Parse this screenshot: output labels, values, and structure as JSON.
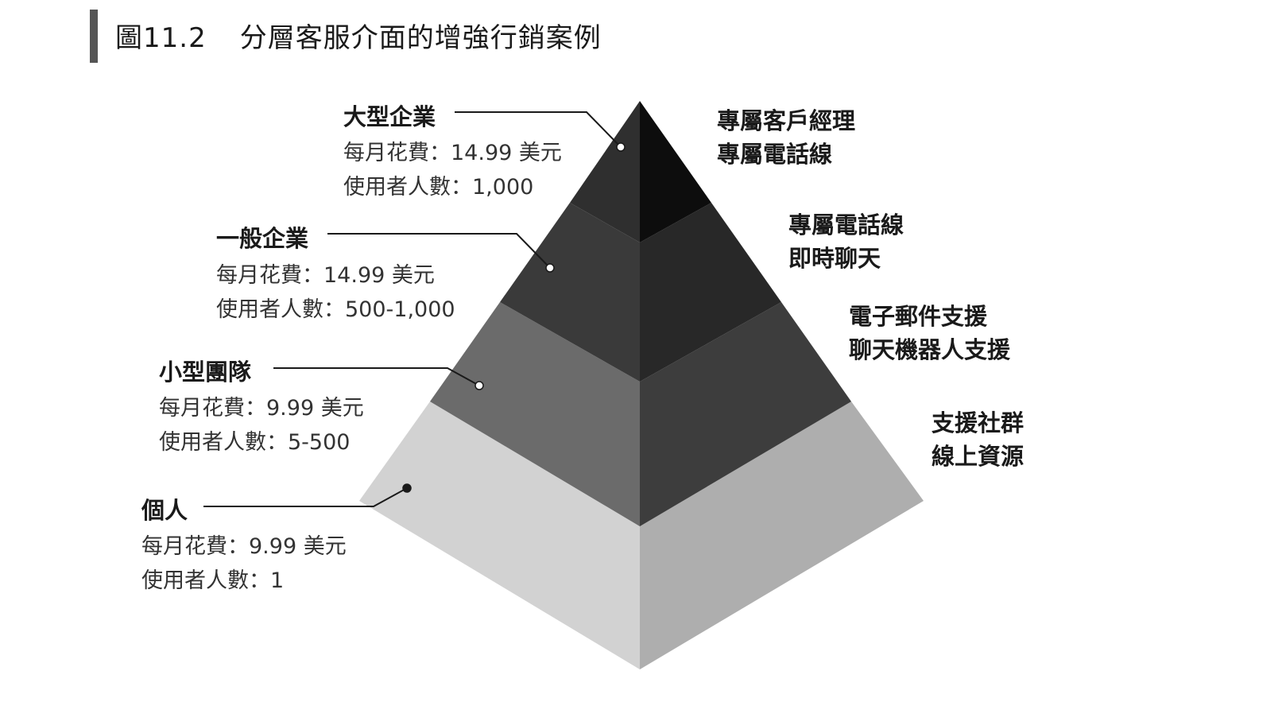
{
  "figure": {
    "number": "圖11.2",
    "title": "分層客服介面的增強行銷案例"
  },
  "tiers": [
    {
      "name": "大型企業",
      "fee_label": "每月花費：14.99 美元",
      "users_label": "使用者人數：1,000",
      "features": [
        "專屬客戶經理",
        "專屬電話線"
      ]
    },
    {
      "name": "一般企業",
      "fee_label": "每月花費：14.99 美元",
      "users_label": "使用者人數：500-1,000",
      "features": [
        "專屬電話線",
        "即時聊天"
      ]
    },
    {
      "name": "小型團隊",
      "fee_label": "每月花費：9.99 美元",
      "users_label": "使用者人數：5-500",
      "features": [
        "電子郵件支援",
        "聊天機器人支援"
      ]
    },
    {
      "name": "個人",
      "fee_label": "每月花費：9.99 美元",
      "users_label": "使用者人數：1",
      "features": [
        "支援社群",
        "線上資源"
      ]
    }
  ],
  "colors": {
    "tier1_left": "#2f2f2f",
    "tier1_right": "#0d0d0d",
    "tier2_left": "#3a3a3a",
    "tier2_right": "#282828",
    "tier3_left": "#6b6b6b",
    "tier3_right": "#3d3d3d",
    "tier4_left": "#d2d2d2",
    "tier4_right": "#aeaeae"
  }
}
